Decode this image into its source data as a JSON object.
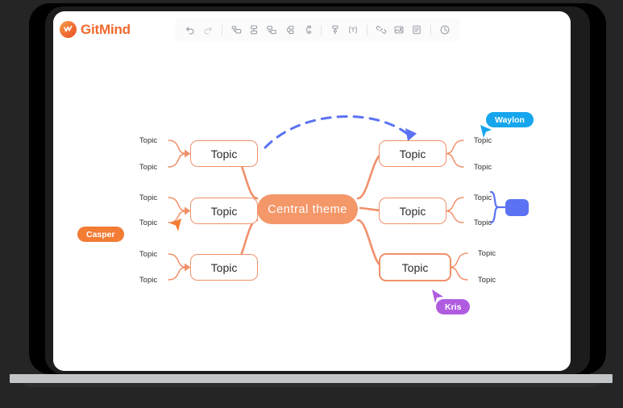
{
  "app": {
    "brand_name": "GitMind",
    "logo_icon": "gitmind-logo-icon"
  },
  "toolbar": {
    "groups": [
      {
        "items": [
          {
            "icon": "undo-icon",
            "label": "Undo",
            "enabled": true
          },
          {
            "icon": "redo-icon",
            "label": "Redo",
            "enabled": false
          }
        ]
      },
      {
        "items": [
          {
            "icon": "add-sibling-node-icon",
            "label": "Add sibling topic",
            "enabled": true
          },
          {
            "icon": "add-parent-node-icon",
            "label": "Add parent topic",
            "enabled": true
          },
          {
            "icon": "add-child-node-icon",
            "label": "Add subtopic",
            "enabled": true
          },
          {
            "icon": "relationship-line-icon",
            "label": "Relationship",
            "enabled": true
          },
          {
            "icon": "summary-brace-icon",
            "label": "Summary",
            "enabled": true
          }
        ]
      },
      {
        "items": [
          {
            "icon": "format-brush-icon",
            "label": "Format painter",
            "enabled": true
          },
          {
            "icon": "text-style-icon",
            "label": "Text style",
            "enabled": true
          }
        ]
      },
      {
        "items": [
          {
            "icon": "link-icon",
            "label": "Insert link",
            "enabled": true
          },
          {
            "icon": "image-icon",
            "label": "Insert image",
            "enabled": true
          },
          {
            "icon": "note-icon",
            "label": "Insert note",
            "enabled": true
          }
        ]
      },
      {
        "items": [
          {
            "icon": "history-icon",
            "label": "History",
            "enabled": true
          }
        ]
      }
    ]
  },
  "mindmap": {
    "central": {
      "label": "Central  theme"
    },
    "branches": [
      {
        "id": "left-top",
        "label": "Topic",
        "side": "left",
        "subtopics": [
          {
            "label": "Topic"
          },
          {
            "label": "Topic"
          }
        ]
      },
      {
        "id": "left-middle",
        "label": "Topic",
        "side": "left",
        "subtopics": [
          {
            "label": "Topic"
          },
          {
            "label": "Topic"
          }
        ]
      },
      {
        "id": "left-bottom",
        "label": "Topic",
        "side": "left",
        "subtopics": [
          {
            "label": "Topic"
          },
          {
            "label": "Topic"
          }
        ]
      },
      {
        "id": "right-top",
        "label": "Topic",
        "side": "right",
        "subtopics": [
          {
            "label": "Topic"
          },
          {
            "label": "Topic"
          }
        ]
      },
      {
        "id": "right-middle",
        "label": "Topic",
        "side": "right",
        "subtopics": [
          {
            "label": "Topic"
          },
          {
            "label": "Topic"
          }
        ]
      },
      {
        "id": "right-bottom",
        "label": "Topic",
        "side": "right",
        "selected": true,
        "subtopics": [
          {
            "label": "Topic"
          },
          {
            "label": "Topic"
          }
        ]
      }
    ],
    "relationship_arrow": {
      "style": "dashed-arc",
      "color": "#5b72f2",
      "from": "left-top",
      "to": "right-top"
    },
    "summary": {
      "color": "#5b72f2",
      "target": "right-middle"
    }
  },
  "collaborators": [
    {
      "name": "Waylon",
      "color": "#16a6ee",
      "cursor_color": "#16a6ee"
    },
    {
      "name": "Casper",
      "color": "#f37c35",
      "cursor_color": "#f37c35"
    },
    {
      "name": "Kris",
      "color": "#b05ce0",
      "cursor_color": "#b05ce0"
    }
  ],
  "theme": {
    "node_stroke": "#f0906a",
    "central_fill": "#f49769",
    "branch_line": "#f0906a",
    "accent_blue": "#5b72f2",
    "canvas_bg": "#ffffff",
    "device_bg": "#252525"
  }
}
